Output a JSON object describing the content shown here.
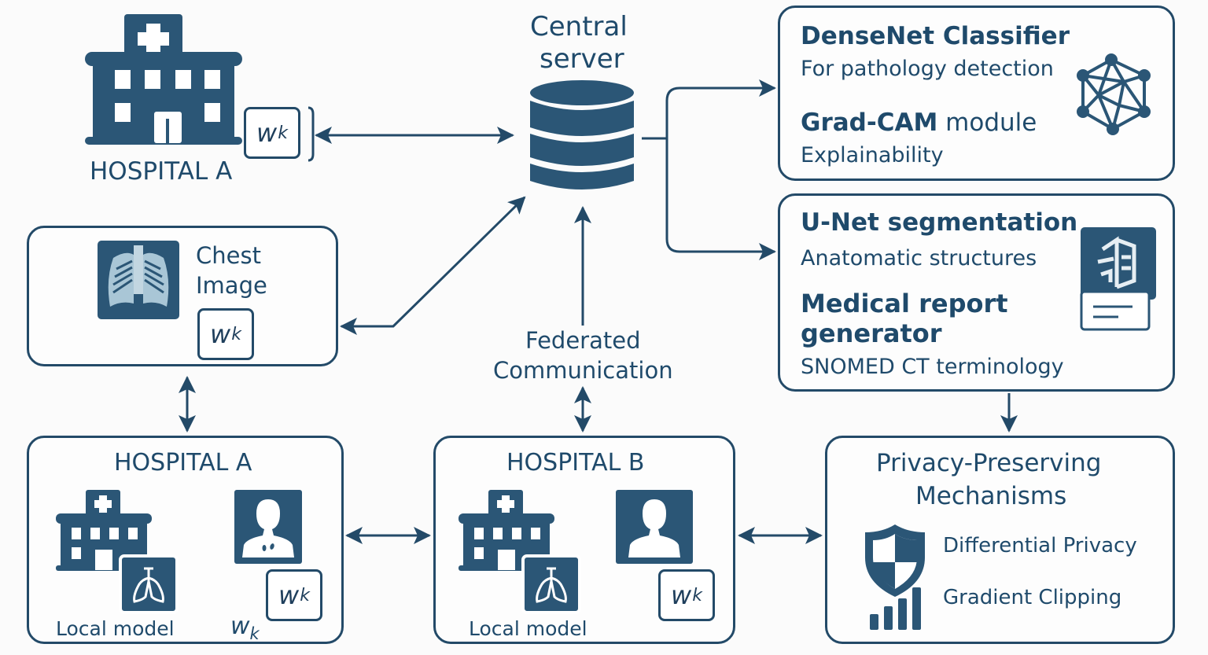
{
  "colors": {
    "primary": "#2b5676",
    "stroke": "#234a68",
    "text": "#1f4a6b",
    "background": "#fbfbfb",
    "xray_light": "#a9c6d6"
  },
  "top_hospital": {
    "label": "HOSPITAL A",
    "weight_symbol": "w",
    "weight_subscript": "k",
    "icon": "hospital-building-icon"
  },
  "central_server": {
    "title_line1": "Central",
    "title_line2": "server",
    "icon": "database-icon"
  },
  "densenet_box": {
    "title": "DenseNet Classifier",
    "subtitle": "For pathology detection",
    "gradcam_bold": "Grad-CAM",
    "gradcam_rest": " module",
    "gradcam_subtitle": "Explainability",
    "icon": "neural-network-icon"
  },
  "unet_box": {
    "title": "U-Net segmentation",
    "subtitle": "Anatomatic structures",
    "report_title_line1": "Medical report",
    "report_title_line2": "generator",
    "report_subtitle": "SNOMED CT terminology",
    "icon": "report-document-icon"
  },
  "chest_box": {
    "label_line1": "Chest",
    "label_line2": "Image",
    "weight_symbol": "w",
    "weight_subscript": "k",
    "icon": "chest-xray-icon"
  },
  "federated": {
    "line1": "Federated",
    "line2": "Communication"
  },
  "hospital_a": {
    "title": "HOSPITAL A",
    "local_model": "Local model",
    "weight_symbol": "w",
    "weight_subscript": "k",
    "weight_caption": "w",
    "weight_caption_sub": "k"
  },
  "hospital_b": {
    "title": "HOSPITAL B",
    "local_model": "Local model",
    "weight_symbol": "w",
    "weight_subscript": "k"
  },
  "privacy_box": {
    "title_line1": "Privacy-Preserving",
    "title_line2": "Mechanisms",
    "item1": "Differential Privacy",
    "item2": "Gradient Clipping",
    "icon": "shield-icon"
  }
}
